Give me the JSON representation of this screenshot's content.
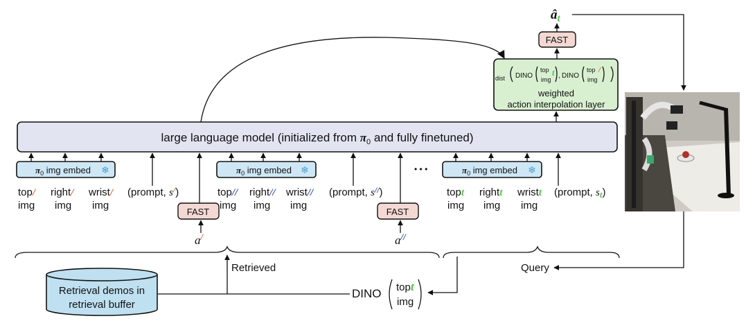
{
  "llm": {
    "label_pre": "large language model (initialized from ",
    "label_pi": "π",
    "label_sub": "0",
    "label_post": " and fully finetuned)"
  },
  "embed": {
    "pi": "π",
    "sub": "0",
    "label": " img embed",
    "snow": "❄"
  },
  "fast": "FAST",
  "inputs": {
    "top": "top",
    "right": "right",
    "wrist": "wrist",
    "img": "img",
    "prompt_pre": "(prompt, ",
    "prompt_s": "s",
    "prompt_post": ")",
    "a": "a"
  },
  "marks": {
    "one": "/",
    "two": "//",
    "t": "t"
  },
  "dots": "• • •",
  "weighted": {
    "dist": "dist",
    "dino": "DINO",
    "comma": ",",
    "top": "top",
    "img": "img",
    "line1": "weighted",
    "line2": "action interpolation layer"
  },
  "output": {
    "a_hat": "â"
  },
  "retrieved": "Retrieved",
  "query": "Query",
  "db": {
    "line1": "Retrieval demos in",
    "line2": "retrieval buffer"
  },
  "dino_bottom": {
    "label": "DINO",
    "top": "top",
    "img": "img"
  },
  "colors": {
    "orange": "#d2572b",
    "blue": "#1c3fa6",
    "green": "#5cc14d",
    "llm_fill": "#e3e4f1",
    "embed_fill": "#cfe7f5",
    "fast_fill": "#f3d8d3",
    "green_fill": "#d8f0d0",
    "db_fill": "#bfe0f0"
  }
}
